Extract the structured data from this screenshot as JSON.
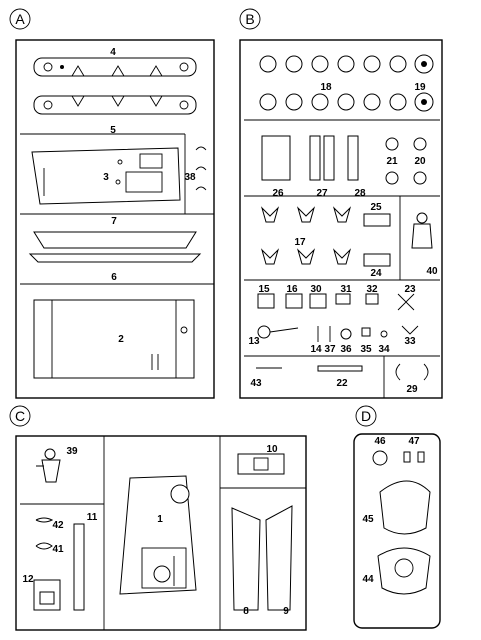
{
  "sections": [
    {
      "id": "A",
      "label": "A"
    },
    {
      "id": "B",
      "label": "B"
    },
    {
      "id": "C",
      "label": "C"
    },
    {
      "id": "D",
      "label": "D"
    }
  ],
  "part_numbers": {
    "p1": "1",
    "p2": "2",
    "p3": "3",
    "p4": "4",
    "p5": "5",
    "p6": "6",
    "p7": "7",
    "p8": "8",
    "p9": "9",
    "p10": "10",
    "p11": "11",
    "p12": "12",
    "p13": "13",
    "p14": "14",
    "p15": "15",
    "p16": "16",
    "p17": "17",
    "p18": "18",
    "p19": "19",
    "p20": "20",
    "p21": "21",
    "p22": "22",
    "p23": "23",
    "p24": "24",
    "p25": "25",
    "p26": "26",
    "p27": "27",
    "p28": "28",
    "p29": "29",
    "p30": "30",
    "p31": "31",
    "p32": "32",
    "p33": "33",
    "p34": "34",
    "p35": "35",
    "p36": "36",
    "p37": "37",
    "p38": "38",
    "p39": "39",
    "p40": "40",
    "p41": "41",
    "p42": "42",
    "p43": "43",
    "p44": "44",
    "p45": "45",
    "p46": "46",
    "p47": "47"
  }
}
